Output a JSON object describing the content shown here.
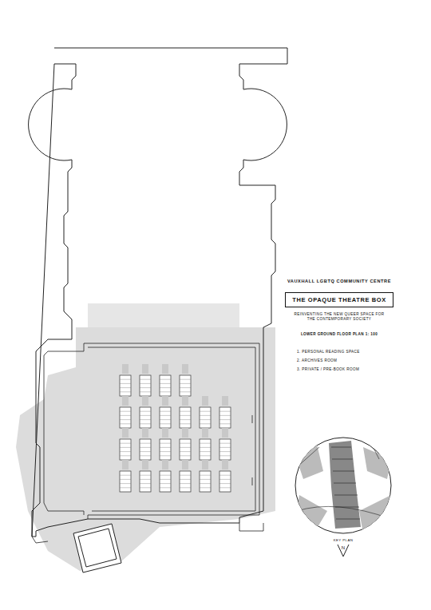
{
  "diagram": {
    "title": "VAUXHALL LGBTQ COMMUNITY CENTRE",
    "nodes": [
      {
        "text": [
          "THE OPAQUE THEATRE BOX"
        ]
      }
    ],
    "labels": [
      "REINVENTING THE NEW QUEER SPACE FOR THE CONTEMPORARY SOCIETY",
      "LOWER GROUND FLOOR PLAN 1: 100",
      "1. PERSONAL READING SPACE",
      "2. ARCHIVES ROOM",
      "3. PRIVATE / PRE-BOOK ROOM",
      "N",
      "KEY PLAN"
    ]
  }
}
